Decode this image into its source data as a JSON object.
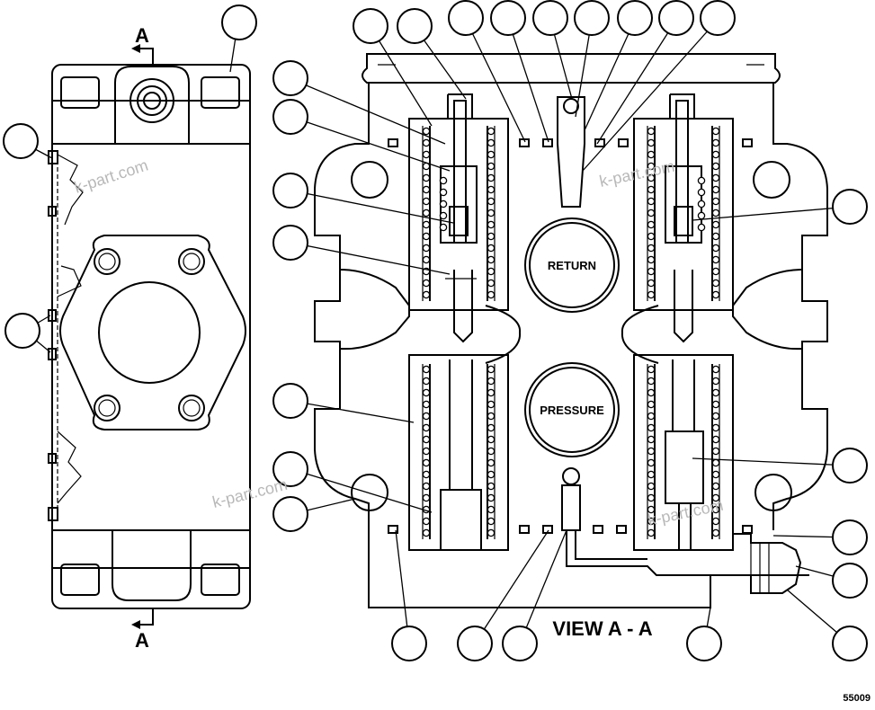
{
  "section_marks": {
    "top": "A",
    "bottom": "A"
  },
  "labels": {
    "return": "RETURN",
    "pressure": "PRESSURE",
    "view": "VIEW A - A",
    "figure_number": "55009"
  },
  "watermarks": [
    "k-part.com",
    "k-part.com",
    "k-part.com",
    "k-part.com"
  ]
}
